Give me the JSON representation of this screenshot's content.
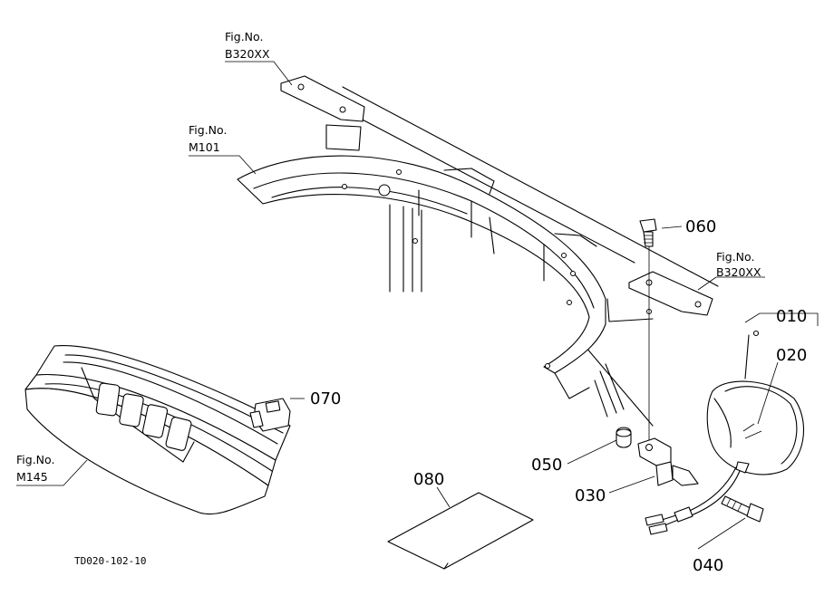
{
  "figure_refs": {
    "top_bracket": {
      "line1": "Fig.No.",
      "line2": "B320XX"
    },
    "fender": {
      "line1": "Fig.No.",
      "line2": "M101"
    },
    "right_bracket": {
      "line1": "Fig.No.",
      "line2": "B320XX"
    },
    "grille": {
      "line1": "Fig.No.",
      "line2": "M145"
    }
  },
  "part_numbers": {
    "p010": "010",
    "p020": "020",
    "p030": "030",
    "p040": "040",
    "p050": "050",
    "p060": "060",
    "p070": "070",
    "p080": "080"
  },
  "drawing_code": "TD020-102-10"
}
